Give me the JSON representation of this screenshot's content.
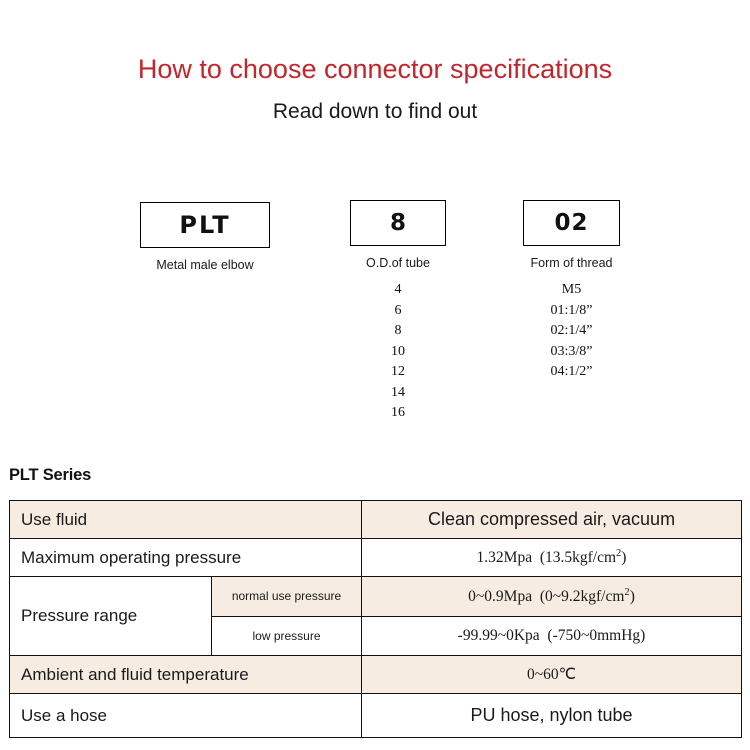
{
  "header": {
    "title": "How to choose connector specifications",
    "subtitle": "Read down to find out",
    "title_color": "#c0272d"
  },
  "code_breakdown": {
    "columns": [
      {
        "id": "series",
        "code": "PLT",
        "caption": "Metal male elbow",
        "options": []
      },
      {
        "id": "od",
        "code": "8",
        "caption": "O.D.of tube",
        "options": [
          "4",
          "6",
          "8",
          "10",
          "12",
          "14",
          "16"
        ]
      },
      {
        "id": "thread",
        "code": "02",
        "caption": "Form of thread",
        "options": [
          "M5",
          "01:1/8”",
          "02:1/4”",
          "03:3/8”",
          "04:1/2”"
        ]
      }
    ]
  },
  "spec": {
    "series_label": "PLT Series",
    "shade_color": "#f6ece2",
    "rows": [
      {
        "label": "Use fluid",
        "sublabel": null,
        "value": "Clean compressed air, vacuum",
        "shaded": true,
        "value_size": "big"
      },
      {
        "label": "Maximum operating pressure",
        "sublabel": null,
        "value": "1.32Mpa  (13.5kgf/cm²)",
        "shaded": false,
        "value_size": "small"
      },
      {
        "label": "Pressure range",
        "sublabel": "normal use pressure",
        "value": "0~0.9Mpa  (0~9.2kgf/cm²)",
        "shaded": true,
        "value_size": "small"
      },
      {
        "label": null,
        "sublabel": "low pressure",
        "value": "-99.99~0Kpa  (-750~0mmHg)",
        "shaded": false,
        "value_size": "small"
      },
      {
        "label": "Ambient and fluid temperature",
        "sublabel": null,
        "value": "0~60℃",
        "shaded": true,
        "value_size": "small"
      },
      {
        "label": "Use a hose",
        "sublabel": null,
        "value": "PU hose, nylon tube",
        "shaded": false,
        "value_size": "big"
      }
    ]
  }
}
